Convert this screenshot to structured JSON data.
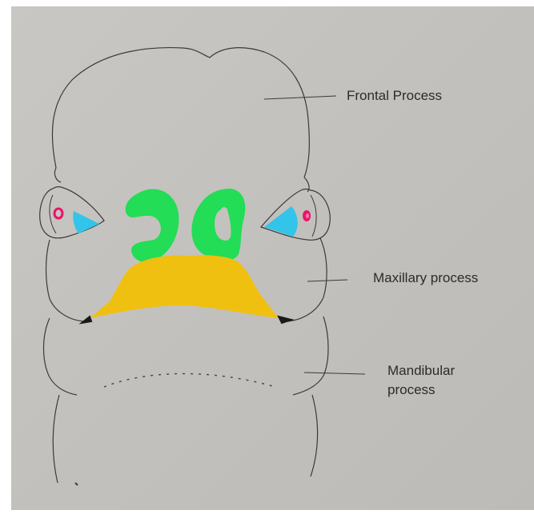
{
  "labels": {
    "frontal": "Frontal Process",
    "maxillary": "Maxillary process",
    "mandibular_line1": "Mandibular",
    "mandibular_line2": "process"
  },
  "colors": {
    "nasal_pits": "#22dd55",
    "stomodeum": "#f0c010",
    "eye_lens": "#33c4ea",
    "eye_pupil": "#e8146a",
    "pencil": "#3a3a3a"
  }
}
